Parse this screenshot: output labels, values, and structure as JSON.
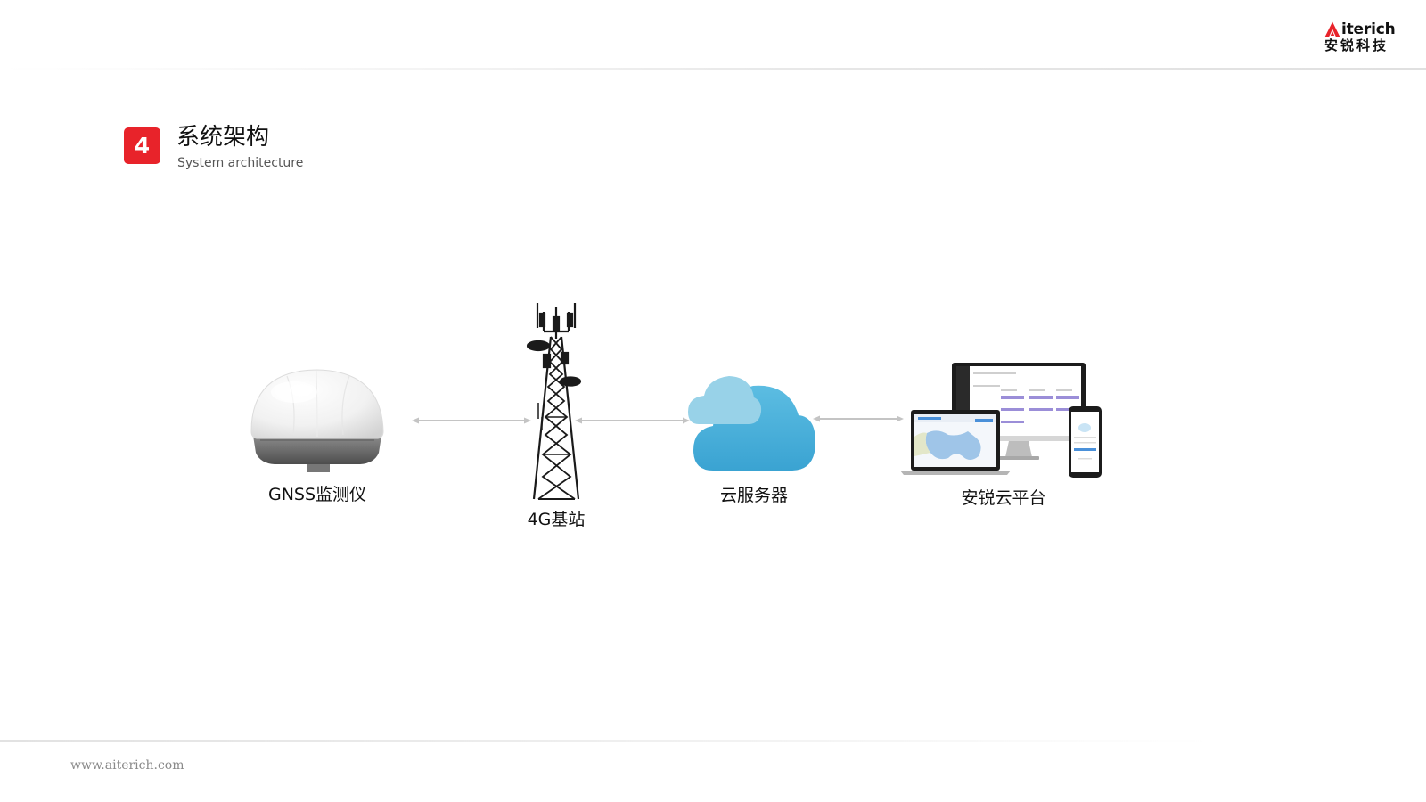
{
  "brand": {
    "logo_word": "iterich",
    "logo_cn": "安锐科技",
    "accent_color": "#e8232a"
  },
  "section": {
    "number": "4",
    "title": "系统架构",
    "subtitle": "System architecture"
  },
  "diagram": {
    "nodes": [
      {
        "id": "gnss",
        "label": "GNSS监测仪",
        "icon": "gnss-dome-icon"
      },
      {
        "id": "tower",
        "label": "4G基站",
        "icon": "cell-tower-icon"
      },
      {
        "id": "cloud",
        "label": "云服务器",
        "icon": "cloud-icon"
      },
      {
        "id": "platform",
        "label": "安锐云平台",
        "icon": "devices-icon"
      }
    ],
    "links": [
      {
        "from": "gnss",
        "to": "tower",
        "direction": "bidirectional"
      },
      {
        "from": "tower",
        "to": "cloud",
        "direction": "bidirectional"
      },
      {
        "from": "cloud",
        "to": "platform",
        "direction": "bidirectional"
      }
    ],
    "colors": {
      "arrow": "#c4c4c4",
      "cloud_front": "#4ab0db",
      "cloud_back": "#98d2e8",
      "tower": "#1a1a1a",
      "dome": "#f6f6f6",
      "dome_base": "#6a6a6a",
      "chart_bars": "#9b8ed8"
    }
  },
  "footer": {
    "url": "www.aiterich.com"
  }
}
